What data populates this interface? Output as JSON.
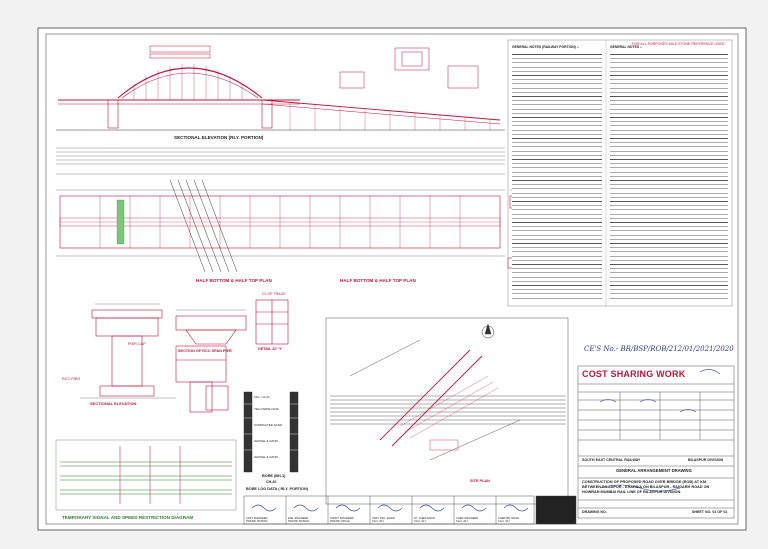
{
  "sheet": {
    "top_stamp": "FOR ALL PURPOSES MILE STONE REFERENCE USED",
    "elevation_title": "SECTIONAL ELEVATION (RLY. PORTION)",
    "plan_title_left": "HALF BOTTOM & HALF TOP PLAN",
    "plan_title_right": "HALF BOTTOM & HALF TOP PLAN",
    "rcc_pier_title": "SECTION OF RCC SPAN PIER",
    "detail_title": "DETAIL AT 'Y'",
    "sectional_elevation": "SECTIONAL ELEVATION",
    "bore_log_title": "BORE LOG DATA ( RLY. PORTION)",
    "bore_label": "BORE (BH-1)",
    "bore_ch": "CH-20",
    "site_plan_title": "SITE PLAN",
    "speed_title": "TEMPORARY SIGNAL AND SPEED RESTRICTION DIAGRAM",
    "cost_sharing": "COST SHARING WORK",
    "railway": "SOUTH EAST CENTRAL RAILWAY",
    "division": "BILASPUR DIVISION",
    "drawing_type": "GENERAL ARRANGEMENT DRAWING",
    "construction_title": "CONSTRUCTION OF PROPOSED ROAD OVER BRIDGE (ROB) AT KM.",
    "construction_line2": "BETWEEN BILASPUR - KHARSIA ON BILASPUR - RAIGARH ROAD ON",
    "construction_line3": "HOWRAH MUMBAI RAIL LINE OF BILASPUR DIVISION.",
    "drawing_no": "DRAWING NO.",
    "sheet_no": "SHEET NO. 01 OF 01",
    "handwritten_ref": "CE'S No.- BR/BSP/ROB/212/01/2021/2020",
    "pier_cap": "PIER CAP",
    "rcc_pier": "RCC PIER",
    "cl_of_track": "CL OF TRACK",
    "compacted_sand": "COMPACTED SAND",
    "notes_heading_left": "GENERAL NOTES (RAILWAY PORTION) :-",
    "notes_heading_right": "GENERAL NOTES :-"
  },
  "signatures": [
    {
      "role": "ASST. ENGINEER",
      "org": "PWD BR. DIVISION"
    },
    {
      "role": "EXE. ENGINEER",
      "org": "PWD BR. DIVISION"
    },
    {
      "role": "SUPDT. ENGINEER",
      "org": "PWD BR. CIRCLE"
    },
    {
      "role": "ASST. DIVL. ENGR.",
      "org": "S.E.C. RLY."
    },
    {
      "role": "DY. CHIEF ENGR.",
      "org": "S.E.C. RLY."
    },
    {
      "role": "CHIEF ENGINEER",
      "org": "S.E.C. RLY."
    },
    {
      "role": "CHIEF BR. ENGR.",
      "org": "S.E.C. RLY."
    }
  ],
  "bore_layers": [
    "FILL / CLAY",
    "YELLOWISH SOIL",
    "COMPACTED SAND",
    "GRAVEL & SAND",
    "GRAVEL & SAND"
  ],
  "colors": {
    "red": "#c0143c",
    "ink": "#222222",
    "blue": "#2a3f9a",
    "green": "#2e7d32",
    "paper": "#ffffff"
  }
}
